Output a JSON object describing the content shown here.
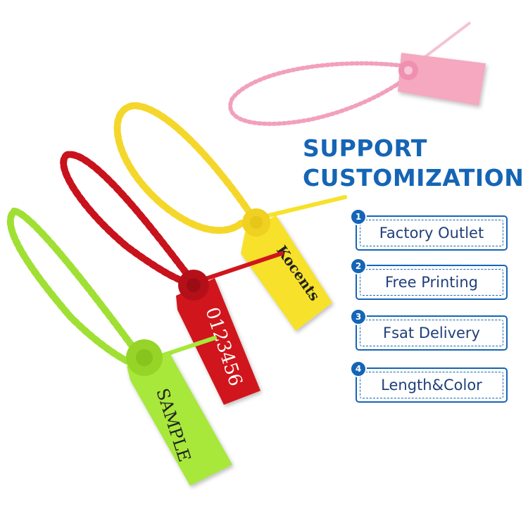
{
  "headline": {
    "line1": "SUPPORT",
    "line2": "CUSTOMIZATION"
  },
  "features": [
    {
      "number": "1",
      "label": "Factory Outlet"
    },
    {
      "number": "2",
      "label": "Free Printing"
    },
    {
      "number": "3",
      "label": "Fsat Delivery"
    },
    {
      "number": "4",
      "label": "Length&Color"
    }
  ],
  "tags": {
    "yellow_brand": "Kocents",
    "red_number": "0123456",
    "green_text": "SAMPLE"
  },
  "colors": {
    "accent": "#1565b5",
    "pink": "#f5a8c0",
    "yellow": "#f7e12b",
    "red": "#d0151f",
    "green": "#a7e83a"
  }
}
